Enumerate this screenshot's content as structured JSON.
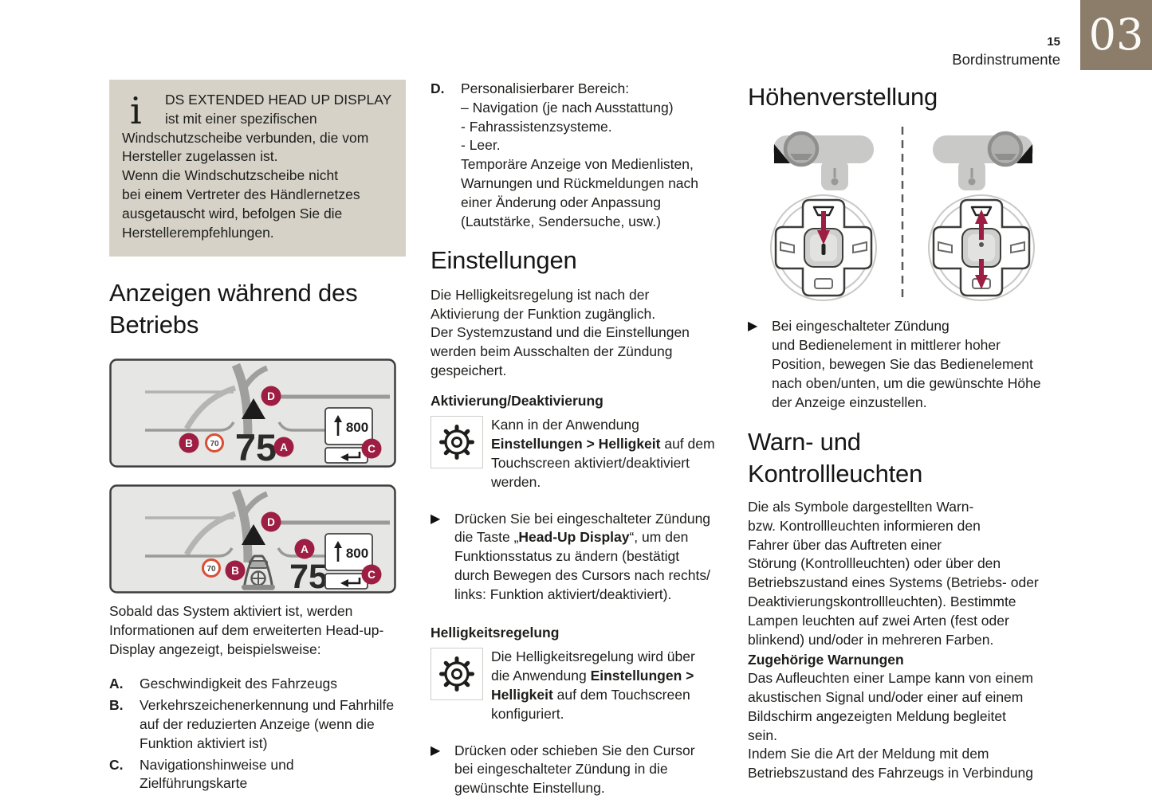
{
  "header": {
    "page_number": "15",
    "section_title": "Bordinstrumente",
    "chapter_number": "03"
  },
  "icons": {
    "info": "i",
    "bullet": "▶"
  },
  "colors": {
    "accent_maroon": "#9d1d43",
    "chapter_box": "#8b7d6a",
    "info_box_bg": "#d6d2c8",
    "sign_ring_red": "#d94f35"
  },
  "info_box": {
    "text": "DS EXTENDED HEAD UP DISPLAY\nist mit einer spezifischen\nWindschutzscheibe verbunden, die vom\nHersteller zugelassen ist.\nWenn die Windschutzscheibe nicht\nbei einem Vertreter des Händlernetzes\nausgetauscht wird, befolgen Sie die\nHerstellerempfehlungen."
  },
  "hud_display": {
    "speed_value": "75",
    "speed_limit": "70",
    "distance_value": "800",
    "marker_a": "A",
    "marker_b": "B",
    "marker_c": "C",
    "marker_d": "D"
  },
  "left_column": {
    "heading": "Anzeigen während des\nBetriebs",
    "intro": "Sobald das System aktiviert ist, werden\nInformationen auf dem erweiterten Head-up-\nDisplay angezeigt, beispielsweise:",
    "items": [
      {
        "label": "A.",
        "text": "Geschwindigkeit des Fahrzeugs"
      },
      {
        "label": "B.",
        "text": "Verkehrszeichenerkennung und Fahrhilfe\nauf der reduzierten Anzeige (wenn die\nFunktion aktiviert ist)"
      },
      {
        "label": "C.",
        "text": "Navigationshinweise und\nZielführungskarte"
      }
    ]
  },
  "middle_column": {
    "item_d_label": "D.",
    "item_d_text": "Personalisierbarer Bereich:\n– Navigation (je nach Ausstattung)\n- Fahrassistenzsysteme.\n- Leer.\nTemporäre Anzeige von Medienlisten,\nWarnungen und Rückmeldungen nach\neiner Änderung oder Anpassung\n(Lautstärke, Sendersuche, usw.)",
    "settings_heading": "Einstellungen",
    "settings_intro": "Die Helligkeitsregelung ist nach der\nAktivierung der Funktion zugänglich.\nDer Systemzustand und die Einstellungen\nwerden beim Ausschalten der Zündung\ngespeichert.",
    "activation_subhead": "Aktivierung/Deaktivierung",
    "gear_note_1": {
      "pre": "Kann in der Anwendung\n",
      "bold": "Einstellungen > Helligkeit",
      "post": " auf dem\nTouchscreen aktiviert/deaktiviert\nwerden."
    },
    "bullet_1": {
      "pre": "Drücken Sie bei eingeschalteter Zündung\ndie Taste „",
      "bold": "Head-Up Display",
      "post": "“, um den\nFunktionsstatus zu ändern (bestätigt\ndurch Bewegen des Cursors nach rechts/\nlinks: Funktion aktiviert/deaktiviert)."
    },
    "brightness_subhead": "Helligkeitsregelung",
    "gear_note_2": {
      "pre": "Die Helligkeitsregelung wird über\ndie Anwendung ",
      "bold": "Einstellungen >\nHelligkeit",
      "post": " auf dem Touchscreen\nkonfiguriert."
    },
    "bullet_2": "Drücken oder schieben Sie den Cursor\nbei eingeschalteter Zündung in die\ngewünschte Einstellung."
  },
  "right_column": {
    "height_heading": "Höhenverstellung",
    "bullet_1": "Bei eingeschalteter Zündung\nund Bedienelement in mittlerer hoher\nPosition, bewegen Sie das Bedienelement\nnach oben/unten, um die gewünschte Höhe\nder Anzeige einzustellen.",
    "warn_heading": "Warn- und\nKontrollleuchten",
    "warn_intro": "Die als Symbole dargestellten Warn-\nbzw. Kontrollleuchten informieren den\nFahrer über das Auftreten einer\nStörung (Kontrollleuchten) oder über den\nBetriebszustand eines Systems (Betriebs- oder\nDeaktivierungskontrollleuchten). Bestimmte\nLampen leuchten auf zwei Arten (fest oder\nblinkend) und/oder in mehreren Farben.",
    "warn_subhead": "Zugehörige Warnungen",
    "warn_body": "Das Aufleuchten einer Lampe kann von einem\nakustischen Signal und/oder einer auf einem\nBildschirm angezeigten Meldung begleitet\nsein.\nIndem Sie die Art der Meldung mit dem\nBetriebszustand des Fahrzeugs in Verbindung"
  }
}
